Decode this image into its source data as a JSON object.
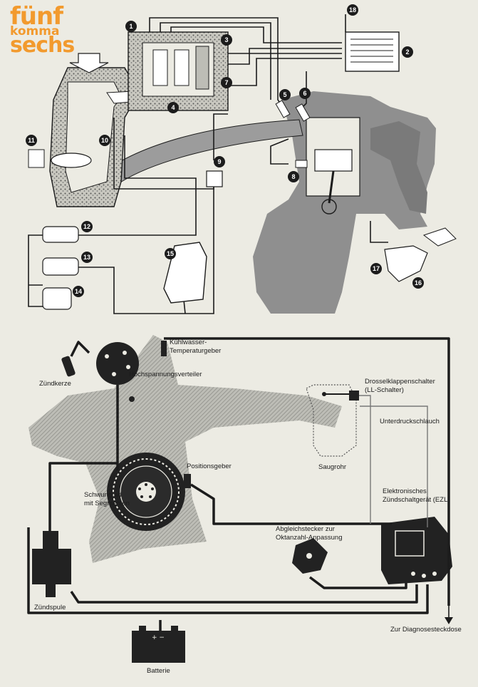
{
  "logo": {
    "line1": "fünf",
    "line2": "komma",
    "line3": "sechs"
  },
  "colors": {
    "accent": "#f29a2e",
    "line": "#1c1c1c",
    "shade": "#9a9a9a",
    "paper": "#ecebe3"
  },
  "upper": {
    "markers": [
      "1",
      "2",
      "3",
      "4",
      "5",
      "6",
      "7",
      "8",
      "9",
      "10",
      "11",
      "12",
      "13",
      "14",
      "15",
      "16",
      "17",
      "18"
    ]
  },
  "lower": {
    "labels": {
      "kuehlwasser1": "Kühlwasser-",
      "kuehlwasser2": "Temperaturgeber",
      "zuendkerze": "Zündkerze",
      "verteiler": "Hochspannungsverteiler",
      "drossel1": "Drosselklappenschalter",
      "drossel2": "(LL-Schalter)",
      "unterdruck": "Unterdruckschlauch",
      "saugrohr": "Saugrohr",
      "positionsgeber": "Positionsgeber",
      "schwungrad1": "Schwungrad",
      "schwungrad2": "mit Segmenten",
      "ezl1": "Elektronisches",
      "ezl2": "Zündschaltgerät (EZL)",
      "abgleich1": "Abgleichstecker zur",
      "abgleich2": "Oktanzahl-Anpassung",
      "zuendspule": "Zündspule",
      "diagnose": "Zur Diagnosesteckdose",
      "batterie": "Batterie"
    }
  }
}
